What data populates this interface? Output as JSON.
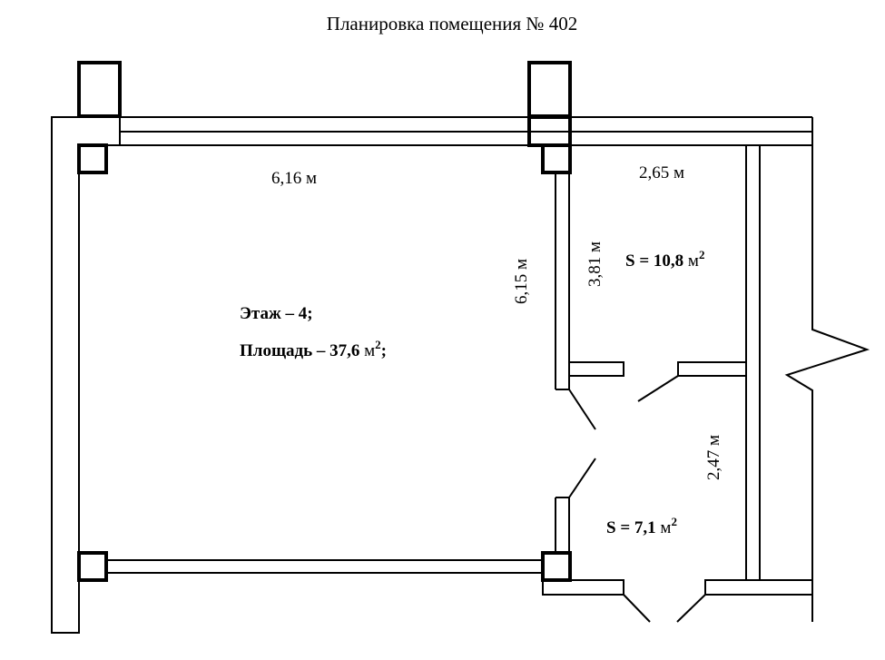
{
  "title": "Планировка помещения № 402",
  "dimensions": {
    "main_width": "6,16 м",
    "main_height": "6,15 м",
    "room_width": "2,65 м",
    "room_height": "3,81 м",
    "corridor_height": "2,47 м"
  },
  "main_room": {
    "floor_label": "Этаж – 4;",
    "area_prefix": "Площадь – 37,6 ",
    "area_unit": "м",
    "area_power": "2",
    "area_suffix": ";"
  },
  "side_room": {
    "area_prefix": "S = 10,8 ",
    "area_unit": "м",
    "area_power": "2"
  },
  "corridor": {
    "area_prefix": "S = 7,1 ",
    "area_unit": "м",
    "area_power": "2"
  }
}
